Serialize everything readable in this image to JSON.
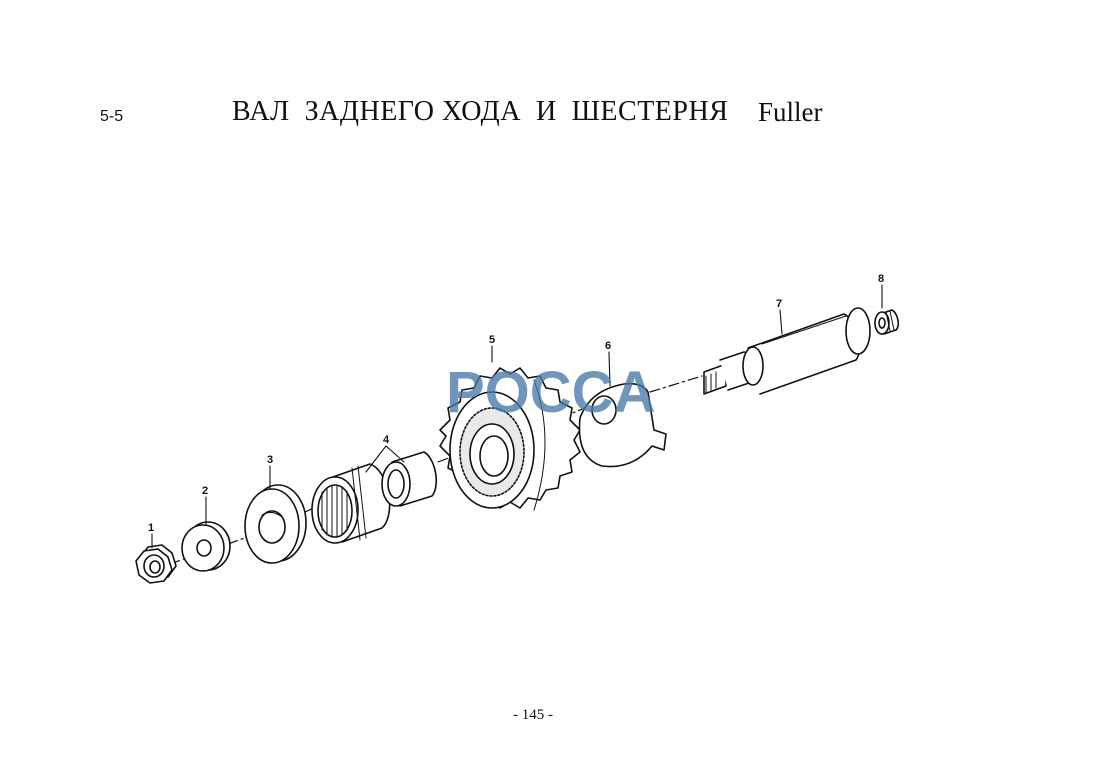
{
  "header": {
    "section_number": "5-5",
    "title": "ВАЛ  ЗАДНЕГО ХОДА  И  ШЕСТЕРНЯ",
    "brand": "Fuller"
  },
  "diagram": {
    "parts": [
      {
        "number": "1",
        "icon": "hex-nut-icon"
      },
      {
        "number": "2",
        "icon": "washer-icon"
      },
      {
        "number": "3",
        "icon": "thrust-washer-icon"
      },
      {
        "number": "4",
        "icon": "needle-bearing-icon"
      },
      {
        "number": "5",
        "icon": "reverse-gear-icon"
      },
      {
        "number": "6",
        "icon": "lock-plate-icon"
      },
      {
        "number": "7",
        "icon": "reverse-shaft-icon"
      },
      {
        "number": "8",
        "icon": "plug-icon"
      }
    ],
    "watermark": "POCCA",
    "watermark_color": "#4a79a8"
  },
  "footer": {
    "page_number": "- 145 -"
  }
}
